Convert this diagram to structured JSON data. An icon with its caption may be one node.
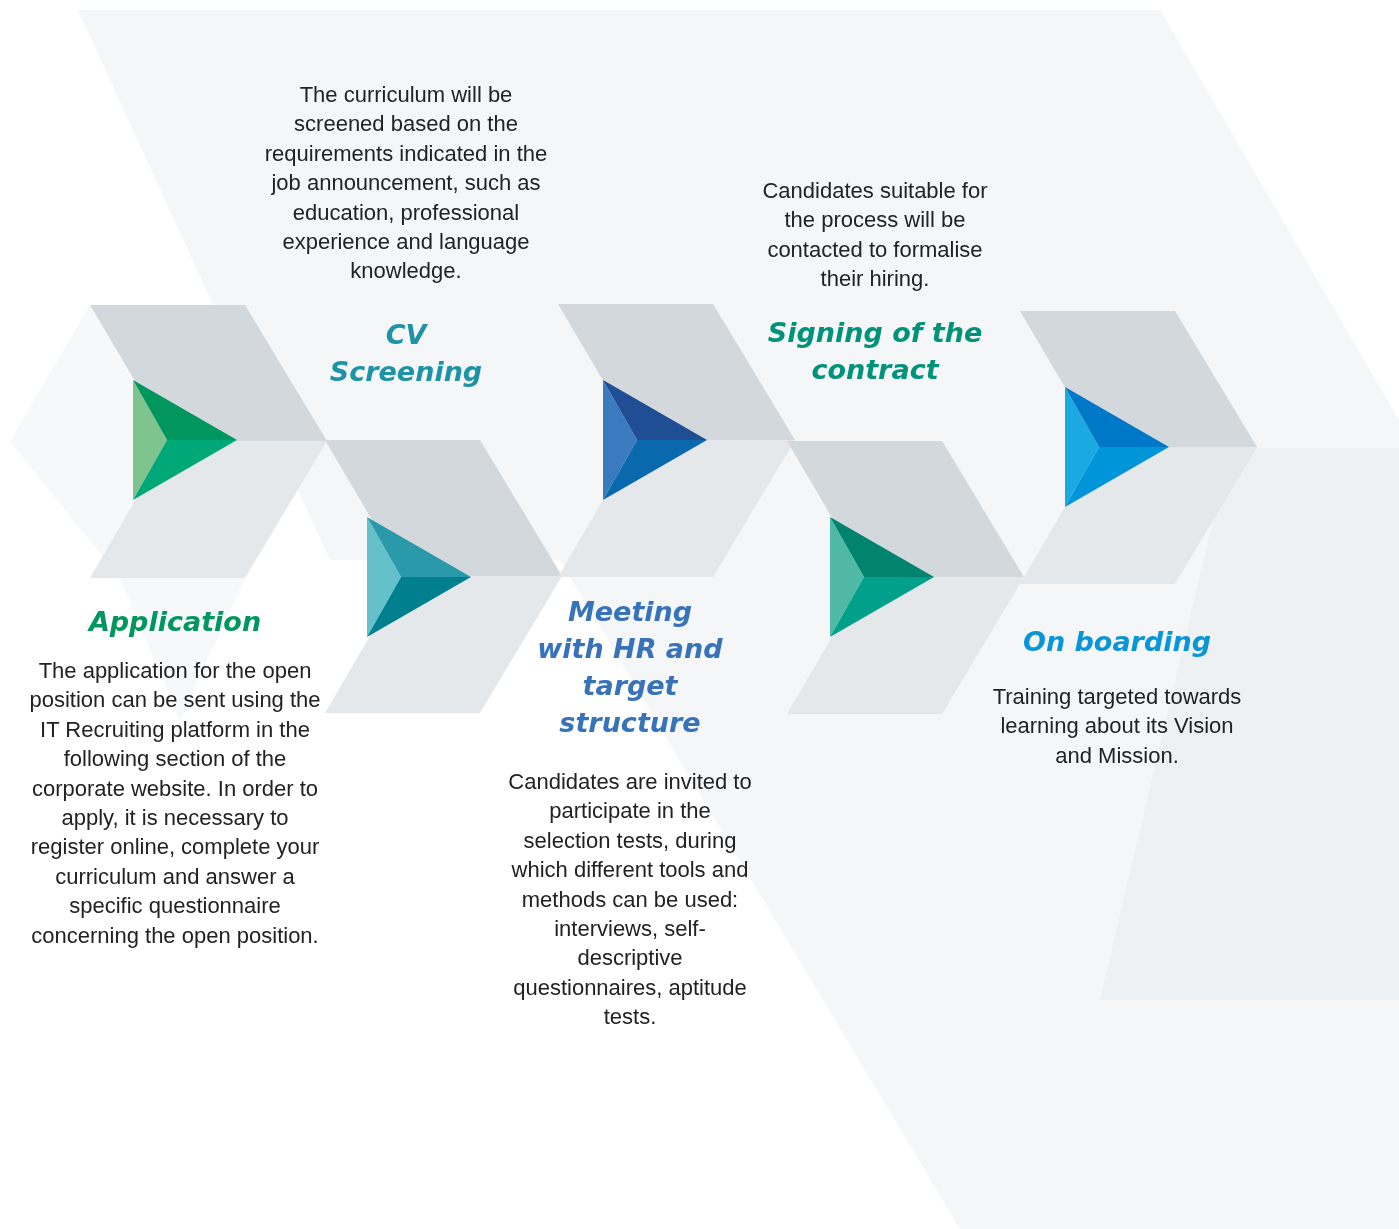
{
  "diagram": {
    "nodes": [
      {
        "text": [
          "Application",
          "The application for the open position can be sent using the IT Recruiting platform in the following section of the corporate website. In order to apply, it is necessary to register online, complete your curriculum and answer a specific questionnaire concerning the open position."
        ]
      },
      {
        "text": [
          "The curriculum will be screened based on the requirements indicated in the job announcement, such as education, professional experience and language knowledge.",
          "CV Screening"
        ]
      },
      {
        "text": [
          "Meeting with HR and target structure",
          "Candidates are invited to participate in the selection tests, during which different tools and methods can be used: interviews, self-descriptive questionnaires, aptitude tests."
        ]
      },
      {
        "text": [
          "Candidates suitable for the process will be contacted to formalise their hiring.",
          "Signing of the contract"
        ]
      },
      {
        "text": [
          "On boarding",
          "Training targeted towards learning about its Vision and Mission."
        ]
      }
    ]
  }
}
